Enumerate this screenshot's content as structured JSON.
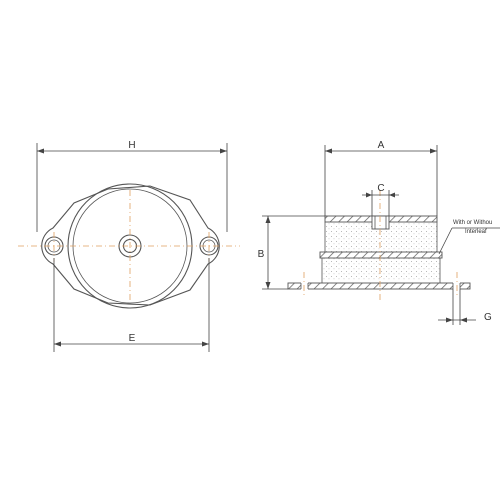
{
  "front_view": {
    "dim_h": "H",
    "dim_e": "E"
  },
  "side_view": {
    "dim_a": "A",
    "dim_b": "B",
    "dim_c": "C",
    "dim_g": "G",
    "note_line1": "With or Withou",
    "note_line2": "Interleaf"
  },
  "colors": {
    "outline": "#555555",
    "centerline": "#e0a060",
    "background": "#ffffff"
  }
}
